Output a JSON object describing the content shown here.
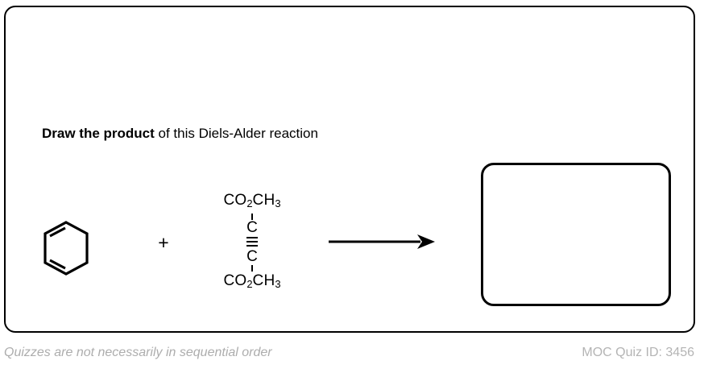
{
  "quiz": {
    "prompt_bold": "Draw the product",
    "prompt_rest": " of this Diels-Alder reaction",
    "prompt_full": "Draw the product of this Diels-Alder reaction",
    "reaction_type": "Diels-Alder",
    "plus_symbol": "+",
    "arrow_symbol": "→"
  },
  "reactants": {
    "diene": {
      "name": "1,3-cyclohexadiene",
      "depiction": "hexagon-with-two-double-bonds"
    },
    "dienophile": {
      "name": "dimethyl acetylenedicarboxylate",
      "top_ester": "CO2CH3",
      "top_ester_parts": {
        "c": "CO",
        "sub1": "2",
        "ch": "CH",
        "sub2": "3"
      },
      "top_carbon": "C",
      "bond": "triple",
      "bottom_carbon": "C",
      "bottom_ester": "CO2CH3",
      "bottom_ester_parts": {
        "c": "CO",
        "sub1": "2",
        "ch": "CH",
        "sub2": "3"
      }
    }
  },
  "answer": {
    "value": "",
    "placeholder": "",
    "label": "product-answer-box"
  },
  "footer": {
    "note": "Quizzes are not necessarily in sequential order",
    "quiz_id_label": "MOC Quiz ID: 3456",
    "quiz_id_number": "3456"
  },
  "colors": {
    "ink": "#000000",
    "frame": "#000000",
    "footer_gray": "#adadad",
    "background": "#ffffff"
  }
}
